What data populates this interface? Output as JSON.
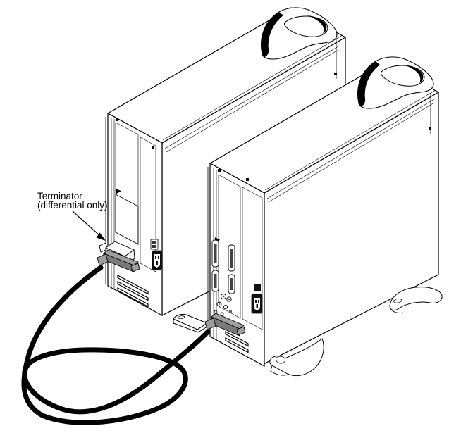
{
  "figure": {
    "kind": "hardware-cabling-diagram",
    "description": "Two tower workstations viewed from the rear, connected by a looped SCSI cable; a terminator is attached to the rear connector of the left tower.",
    "callout": {
      "line1": "Terminator",
      "line2": "(differential only)"
    },
    "colors": {
      "ink": "#000000",
      "paper": "#ffffff",
      "vent_fine_dark": "#8a8a8a",
      "vent_fine_light": "#c6c6c6",
      "vent_grid_gray": "#9a9a9a",
      "connector_gray": "#9e9e9e",
      "connector_gray_dark": "#7a7a7a",
      "slot_dark": "#444444",
      "socket_black": "#111111",
      "cable": "#000000"
    }
  }
}
